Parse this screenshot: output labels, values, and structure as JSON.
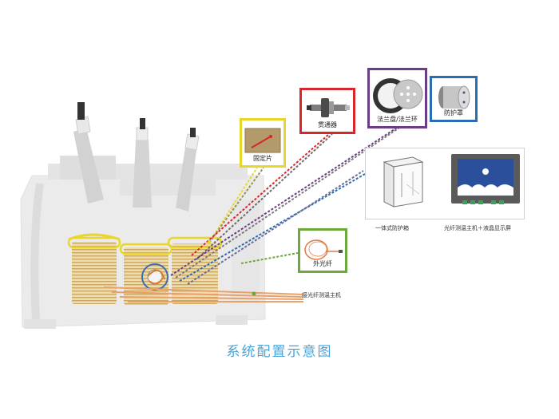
{
  "caption": "系统配置示意图",
  "callouts": {
    "fixing_piece": "固定片",
    "feedthrough": "贯通器",
    "flange_plate": "法兰盘/法兰环",
    "protective_cover": "防护罩",
    "outer_fiber": "外光纤"
  },
  "connection_label": "接光纤测温主机",
  "equipment": {
    "cabinet_label": "一体式防护箱",
    "host_label": "光纤测温主机＋液晶显示屏"
  },
  "colors": {
    "fixing_border": "#e8d62a",
    "feedthrough_border": "#d8262c",
    "flange_border": "#6a3d86",
    "cover_border": "#2a6db3",
    "fiber_border": "#6ea83b",
    "caption": "#4aa3d8",
    "coil_yellow": "#e8d62a"
  }
}
